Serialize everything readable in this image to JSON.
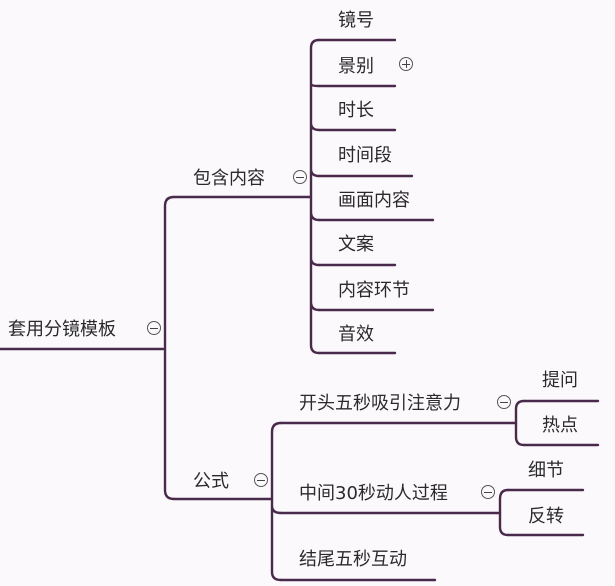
{
  "root": {
    "label": "套用分镜模板"
  },
  "branch_content": {
    "label": "包含内容",
    "items": [
      "镜号",
      "景别",
      "时长",
      "时间段",
      "画面内容",
      "文案",
      "内容环节",
      "音效"
    ]
  },
  "branch_formula": {
    "label": "公式",
    "items": [
      {
        "label": "开头五秒吸引注意力",
        "children": [
          "提问",
          "热点"
        ]
      },
      {
        "label": "中间30秒动人过程",
        "children": [
          "细节",
          "反转"
        ]
      },
      {
        "label": "结尾五秒互动"
      }
    ]
  },
  "colors": {
    "line": "#4a2a4a",
    "text": "#2a2a2a",
    "background": "#fbf9fc"
  }
}
